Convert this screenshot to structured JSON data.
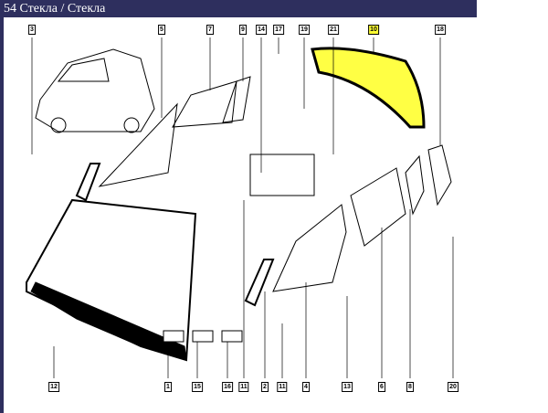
{
  "window": {
    "title": "54 Стекла / Стекла"
  },
  "callouts_top": [
    "3",
    "5",
    "7",
    "9",
    "14",
    "17",
    "19",
    "21",
    "10",
    "18"
  ],
  "callouts_bottom": [
    "12",
    "1",
    "15",
    "16",
    "11",
    "2",
    "11",
    "4",
    "13",
    "6",
    "8",
    "20"
  ],
  "highlighted_callout": "10",
  "colors": {
    "titlebar": "#2e2f5e",
    "highlight": "#ffff33"
  }
}
